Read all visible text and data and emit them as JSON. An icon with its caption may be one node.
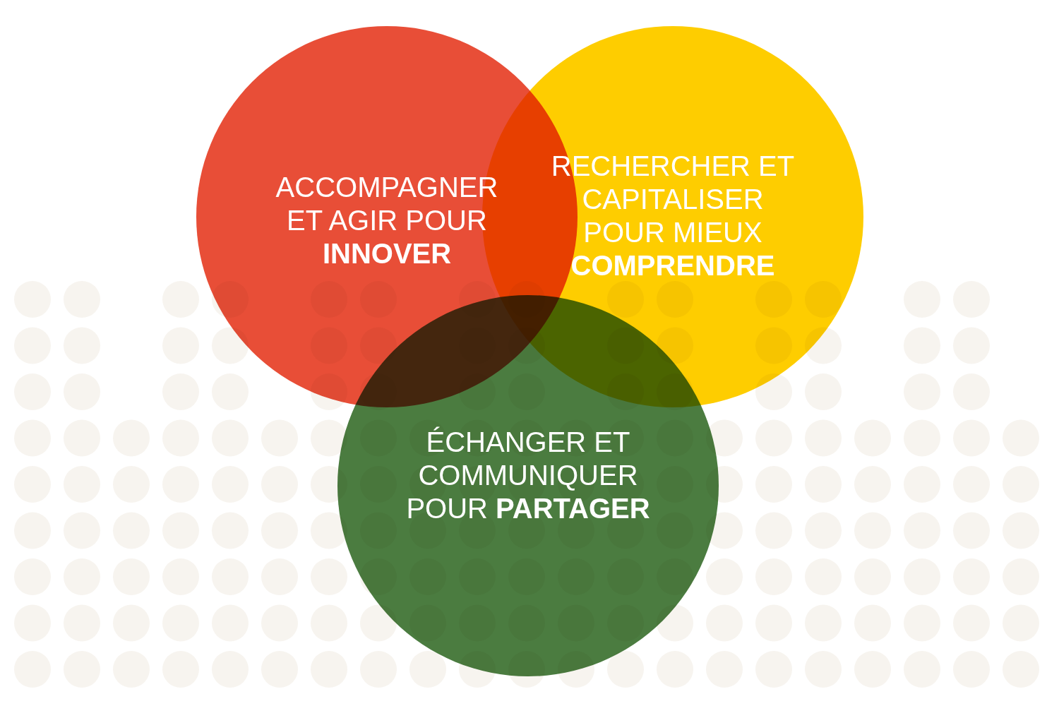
{
  "diagram": {
    "nodes": [
      {
        "text": [
          "ACCOMPAGNER ET AGIR POUR **INNOVER**"
        ]
      },
      {
        "text": [
          "RECHERCHER ET CAPITALISER POUR MIEUX **COMPRENDRE**"
        ]
      },
      {
        "text": [
          "ÉCHANGER ET COMMUNIQUER POUR **PARTAGER**"
        ]
      }
    ]
  }
}
